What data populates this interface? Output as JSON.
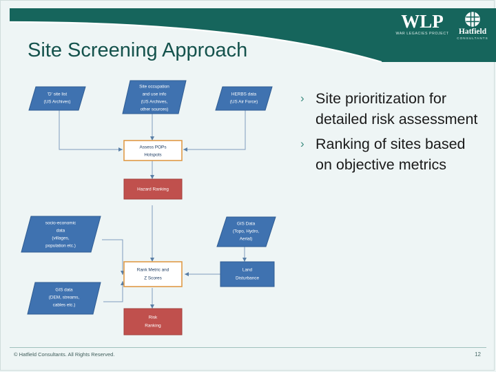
{
  "slide": {
    "title": "Site Screening Approach",
    "background_color": "#eef5f5",
    "accent_color": "#16655c"
  },
  "logo": {
    "primary": "WLP",
    "primary_sub": "WAR LEGACIES PROJECT",
    "secondary": "Hatfield",
    "secondary_sub": "CONSULTANTS",
    "mark": "hatfield-h-globe-icon"
  },
  "diagram": {
    "type": "flowchart",
    "nodes": [
      {
        "id": "d-site-list",
        "label_lines": [
          "'D' site list",
          "(US Archives)"
        ],
        "shape": "parallelogram",
        "fill": "#3f72b0",
        "stroke": "#2f5c92",
        "text_color": "#ffffff"
      },
      {
        "id": "site-occupation",
        "label_lines": [
          "Site occupation",
          "and use info",
          "(US Archives,",
          "other sources)"
        ],
        "shape": "parallelogram",
        "fill": "#3f72b0",
        "stroke": "#2f5c92",
        "text_color": "#ffffff"
      },
      {
        "id": "herbs-data",
        "label_lines": [
          "HERBS data",
          "(US Air Force)"
        ],
        "shape": "parallelogram",
        "fill": "#3f72b0",
        "stroke": "#2f5c92",
        "text_color": "#ffffff"
      },
      {
        "id": "assess-pops",
        "label_lines": [
          "Assess POPs",
          "Hotspots"
        ],
        "shape": "rectangle",
        "fill": "#ffffff",
        "stroke": "#e09a46",
        "text_color": "#17365d"
      },
      {
        "id": "hazard-ranking",
        "label_lines": [
          "Hazard Ranking"
        ],
        "shape": "rectangle",
        "fill": "#c0504d",
        "stroke": "#a33f3c",
        "text_color": "#ffffff"
      },
      {
        "id": "socio-economic",
        "label_lines": [
          "socio-economic",
          "data",
          "(villages,",
          "population etc.)"
        ],
        "shape": "parallelogram",
        "fill": "#3f72b0",
        "stroke": "#2f5c92",
        "text_color": "#ffffff"
      },
      {
        "id": "gis-data-topo",
        "label_lines": [
          "GIS Data",
          "(Topo, Hydro,",
          "Aerial)"
        ],
        "shape": "parallelogram",
        "fill": "#3f72b0",
        "stroke": "#2f5c92",
        "text_color": "#ffffff"
      },
      {
        "id": "gis-data-dem",
        "label_lines": [
          "GIS data",
          "(DEM, streams,",
          "cables etc.)"
        ],
        "shape": "parallelogram",
        "fill": "#3f72b0",
        "stroke": "#2f5c92",
        "text_color": "#ffffff"
      },
      {
        "id": "rank-metric",
        "label_lines": [
          "Rank Metric and",
          "Z Scores"
        ],
        "shape": "rectangle",
        "fill": "#ffffff",
        "stroke": "#e09a46",
        "text_color": "#17365d"
      },
      {
        "id": "land-disturbance",
        "label_lines": [
          "Land",
          "Disturbance"
        ],
        "shape": "rectangle",
        "fill": "#3f72b0",
        "stroke": "#2f5c92",
        "text_color": "#ffffff"
      },
      {
        "id": "risk-ranking",
        "label_lines": [
          "Risk",
          "Ranking"
        ],
        "shape": "rectangle",
        "fill": "#c0504d",
        "stroke": "#a33f3c",
        "text_color": "#ffffff"
      }
    ],
    "edges": [
      {
        "from": "d-site-list",
        "to": "assess-pops"
      },
      {
        "from": "site-occupation",
        "to": "assess-pops"
      },
      {
        "from": "herbs-data",
        "to": "assess-pops"
      },
      {
        "from": "assess-pops",
        "to": "hazard-ranking"
      },
      {
        "from": "hazard-ranking",
        "to": "rank-metric"
      },
      {
        "from": "socio-economic",
        "to": "rank-metric"
      },
      {
        "from": "gis-data-dem",
        "to": "rank-metric"
      },
      {
        "from": "gis-data-topo",
        "to": "land-disturbance"
      },
      {
        "from": "land-disturbance",
        "to": "rank-metric"
      },
      {
        "from": "rank-metric",
        "to": "risk-ranking"
      }
    ]
  },
  "bullets": [
    {
      "marker": "›",
      "text": "Site prioritization for detailed risk assessment"
    },
    {
      "marker": "›",
      "text": "Ranking of sites based on objective metrics"
    }
  ],
  "footer": {
    "copyright": "© Hatfield Consultants. All Rights Reserved.",
    "page_number": "12"
  }
}
